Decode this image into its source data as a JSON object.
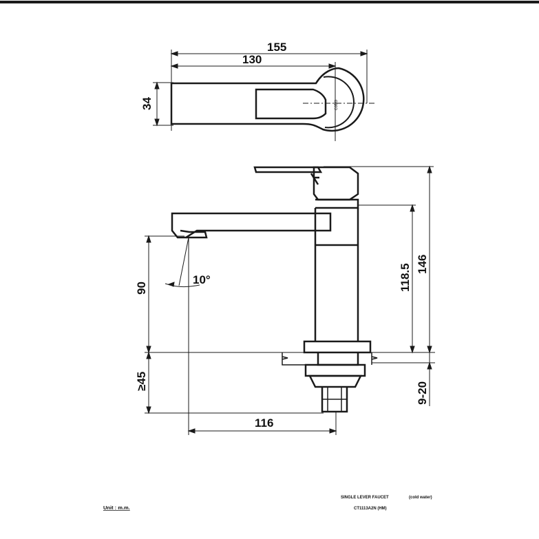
{
  "dimensions": {
    "top_width_overall": "155",
    "top_width_spout": "130",
    "top_depth": "34",
    "height_overall": "146",
    "height_spout_base": "118.5",
    "spout_height": "90",
    "angle": "10°",
    "below_deck": "≥45",
    "deck_thickness": "9-20",
    "spout_reach": "116"
  },
  "brand_mark": "cotto",
  "footer": {
    "unit": "Unit : m.m.",
    "product_name": "SINGLE LEVER FAUCET",
    "product_note": "(cold water)",
    "model": "CT1113A2N (HM)"
  },
  "colors": {
    "line": "#1a1a1a",
    "background": "#ffffff"
  }
}
